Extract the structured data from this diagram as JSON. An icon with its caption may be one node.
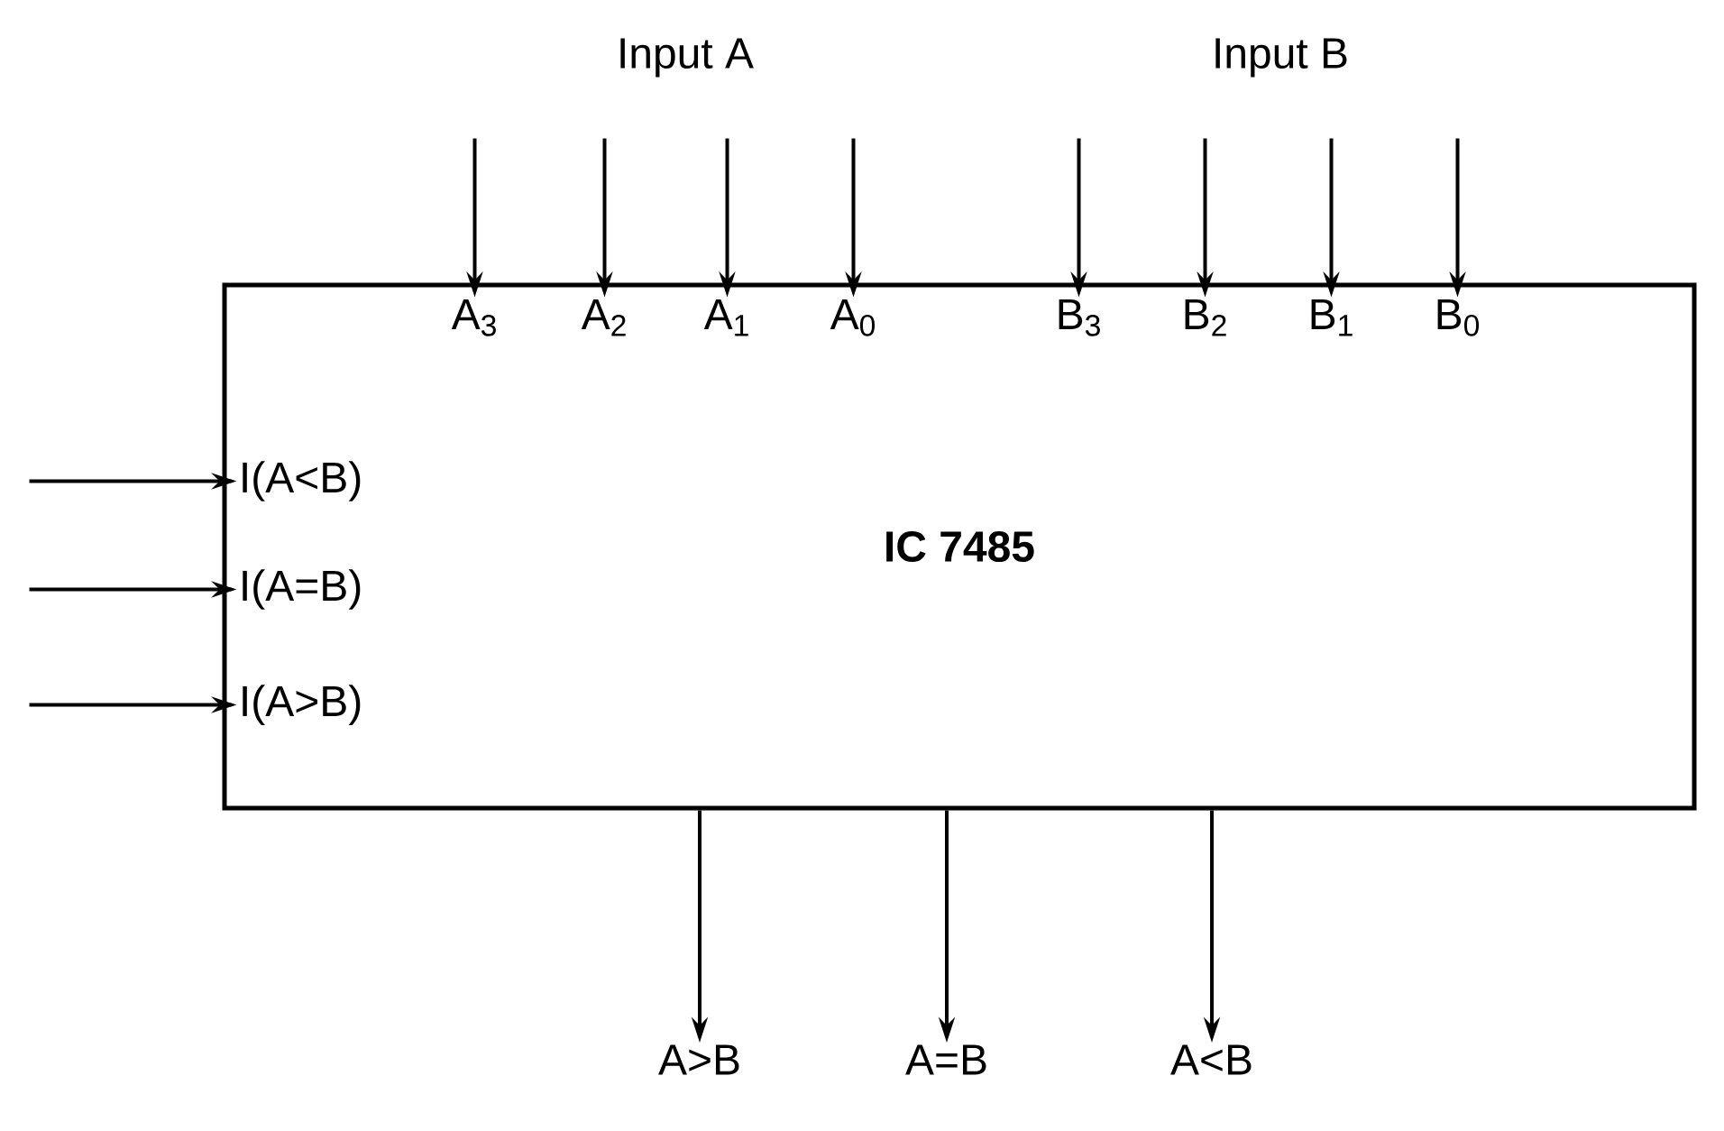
{
  "diagram": {
    "nodes": [
      {
        "text": [
          "IC 7485"
        ]
      },
      {
        "text": [
          "A$_{3}$"
        ],
        "in": 0
      },
      {
        "text": [
          "A$_{2}$"
        ],
        "in": 0
      },
      {
        "text": [
          "A$_{1}$"
        ],
        "in": 0
      },
      {
        "text": [
          "A$_{0}$"
        ],
        "in": 0
      },
      {
        "text": [
          "B$_{3}$"
        ],
        "in": 0
      },
      {
        "text": [
          "B$_{2}$"
        ],
        "in": 0
      },
      {
        "text": [
          "B$_{1}$"
        ],
        "in": 0
      },
      {
        "text": [
          "B$_{0}$"
        ],
        "in": 0
      },
      {
        "text": [
          "I(A<B)"
        ],
        "in": 0
      },
      {
        "text": [
          "I(A=B)"
        ],
        "in": 0
      },
      {
        "text": [
          "I(A>B)"
        ],
        "in": 0
      },
      {
        "text": [
          "A>B"
        ]
      },
      {
        "text": [
          "A=B"
        ]
      },
      {
        "text": [
          "A<B"
        ]
      }
    ],
    "edges": [
      {
        "from": null,
        "to": 1,
        "arrow": "to"
      },
      {
        "from": null,
        "to": 2,
        "arrow": "to"
      },
      {
        "from": null,
        "to": 3,
        "arrow": "to"
      },
      {
        "from": null,
        "to": 4,
        "arrow": "to"
      },
      {
        "from": null,
        "to": 5,
        "arrow": "to"
      },
      {
        "from": null,
        "to": 6,
        "arrow": "to"
      },
      {
        "from": null,
        "to": 7,
        "arrow": "to"
      },
      {
        "from": null,
        "to": 8,
        "arrow": "to"
      },
      {
        "from": null,
        "to": 9,
        "arrow": "to"
      },
      {
        "from": null,
        "to": 10,
        "arrow": "to"
      },
      {
        "from": null,
        "to": 11,
        "arrow": "to"
      },
      {
        "from": 0,
        "to": 12,
        "arrow": "to"
      },
      {
        "from": 0,
        "to": 13,
        "arrow": "to"
      },
      {
        "from": 0,
        "to": 14,
        "arrow": "to"
      }
    ],
    "labels": [
      "Input A",
      "Input B"
    ]
  }
}
